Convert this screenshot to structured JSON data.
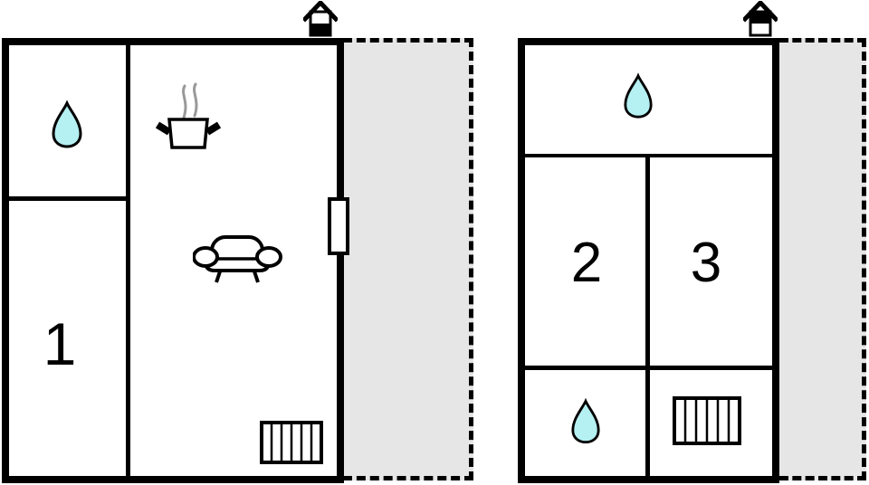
{
  "colors": {
    "background": "#ffffff",
    "wall": "#000000",
    "terrace_fill": "#e6e6e6",
    "water_drop_fill": "#b5f0f2",
    "steam": "#999999"
  },
  "left_unit": {
    "room_label": "1",
    "icons": [
      "house-ground-floor-icon",
      "water-drop-icon",
      "cooking-pot-icon",
      "sofa-icon",
      "window-icon",
      "radiator-icon"
    ]
  },
  "right_unit": {
    "room_labels": [
      "2",
      "3"
    ],
    "icons": [
      "house-upper-floor-icon",
      "water-drop-icon",
      "water-drop-icon",
      "radiator-icon"
    ]
  }
}
